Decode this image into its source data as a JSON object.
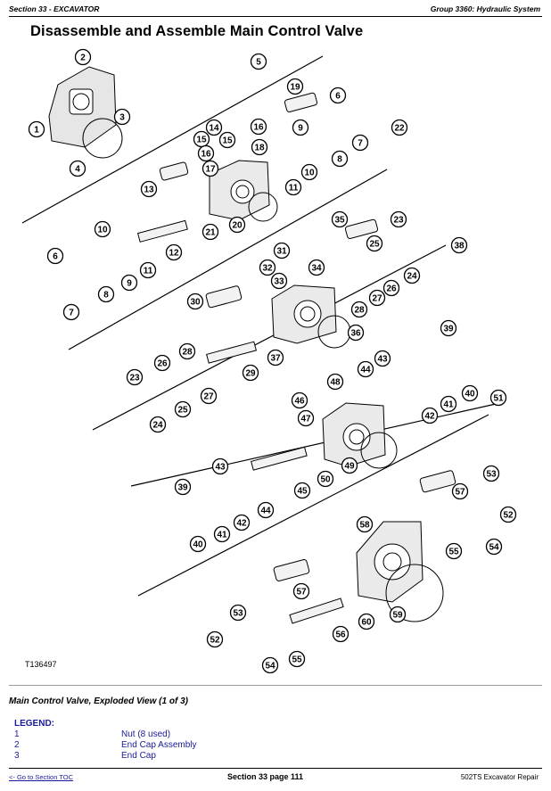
{
  "header": {
    "section": "Section 33 - EXCAVATOR",
    "group": "Group 3360: Hydraulic System"
  },
  "title": "Disassemble and Assemble Main Control Valve",
  "figure": {
    "id": "T136497",
    "caption": "Main Control Valve, Exploded View (1 of 3)",
    "callouts": [
      {
        "n": "1"
      },
      {
        "n": "2"
      },
      {
        "n": "3"
      },
      {
        "n": "4"
      },
      {
        "n": "5"
      },
      {
        "n": "6"
      },
      {
        "n": "7"
      },
      {
        "n": "8"
      },
      {
        "n": "9"
      },
      {
        "n": "10"
      },
      {
        "n": "11"
      },
      {
        "n": "13"
      },
      {
        "n": "14"
      },
      {
        "n": "15"
      },
      {
        "n": "15"
      },
      {
        "n": "16"
      },
      {
        "n": "16"
      },
      {
        "n": "17"
      },
      {
        "n": "18"
      },
      {
        "n": "19"
      },
      {
        "n": "20"
      },
      {
        "n": "21"
      },
      {
        "n": "22"
      },
      {
        "n": "10"
      },
      {
        "n": "6"
      },
      {
        "n": "12"
      },
      {
        "n": "11"
      },
      {
        "n": "8"
      },
      {
        "n": "9"
      },
      {
        "n": "7"
      },
      {
        "n": "35"
      },
      {
        "n": "23"
      },
      {
        "n": "25"
      },
      {
        "n": "31"
      },
      {
        "n": "32"
      },
      {
        "n": "33"
      },
      {
        "n": "34"
      },
      {
        "n": "26"
      },
      {
        "n": "24"
      },
      {
        "n": "27"
      },
      {
        "n": "28"
      },
      {
        "n": "30"
      },
      {
        "n": "36"
      },
      {
        "n": "37"
      },
      {
        "n": "38"
      },
      {
        "n": "39"
      },
      {
        "n": "28"
      },
      {
        "n": "26"
      },
      {
        "n": "43"
      },
      {
        "n": "44"
      },
      {
        "n": "40"
      },
      {
        "n": "23"
      },
      {
        "n": "27"
      },
      {
        "n": "29"
      },
      {
        "n": "48"
      },
      {
        "n": "46"
      },
      {
        "n": "47"
      },
      {
        "n": "41"
      },
      {
        "n": "42"
      },
      {
        "n": "25"
      },
      {
        "n": "24"
      },
      {
        "n": "51"
      },
      {
        "n": "43"
      },
      {
        "n": "49"
      },
      {
        "n": "50"
      },
      {
        "n": "45"
      },
      {
        "n": "39"
      },
      {
        "n": "44"
      },
      {
        "n": "42"
      },
      {
        "n": "41"
      },
      {
        "n": "40"
      },
      {
        "n": "53"
      },
      {
        "n": "57"
      },
      {
        "n": "52"
      },
      {
        "n": "58"
      },
      {
        "n": "54"
      },
      {
        "n": "55"
      },
      {
        "n": "57"
      },
      {
        "n": "53"
      },
      {
        "n": "59"
      },
      {
        "n": "60"
      },
      {
        "n": "56"
      },
      {
        "n": "52"
      },
      {
        "n": "55"
      },
      {
        "n": "54"
      }
    ]
  },
  "legend": {
    "title": "LEGEND:",
    "items": [
      {
        "num": "1",
        "desc": "Nut (8 used)"
      },
      {
        "num": "2",
        "desc": "End Cap Assembly"
      },
      {
        "num": "3",
        "desc": "End Cap"
      }
    ]
  },
  "footer": {
    "toc_link": "<- Go to Section TOC",
    "page": "Section 33 page 111",
    "model": "502TS Excavator Repair"
  }
}
